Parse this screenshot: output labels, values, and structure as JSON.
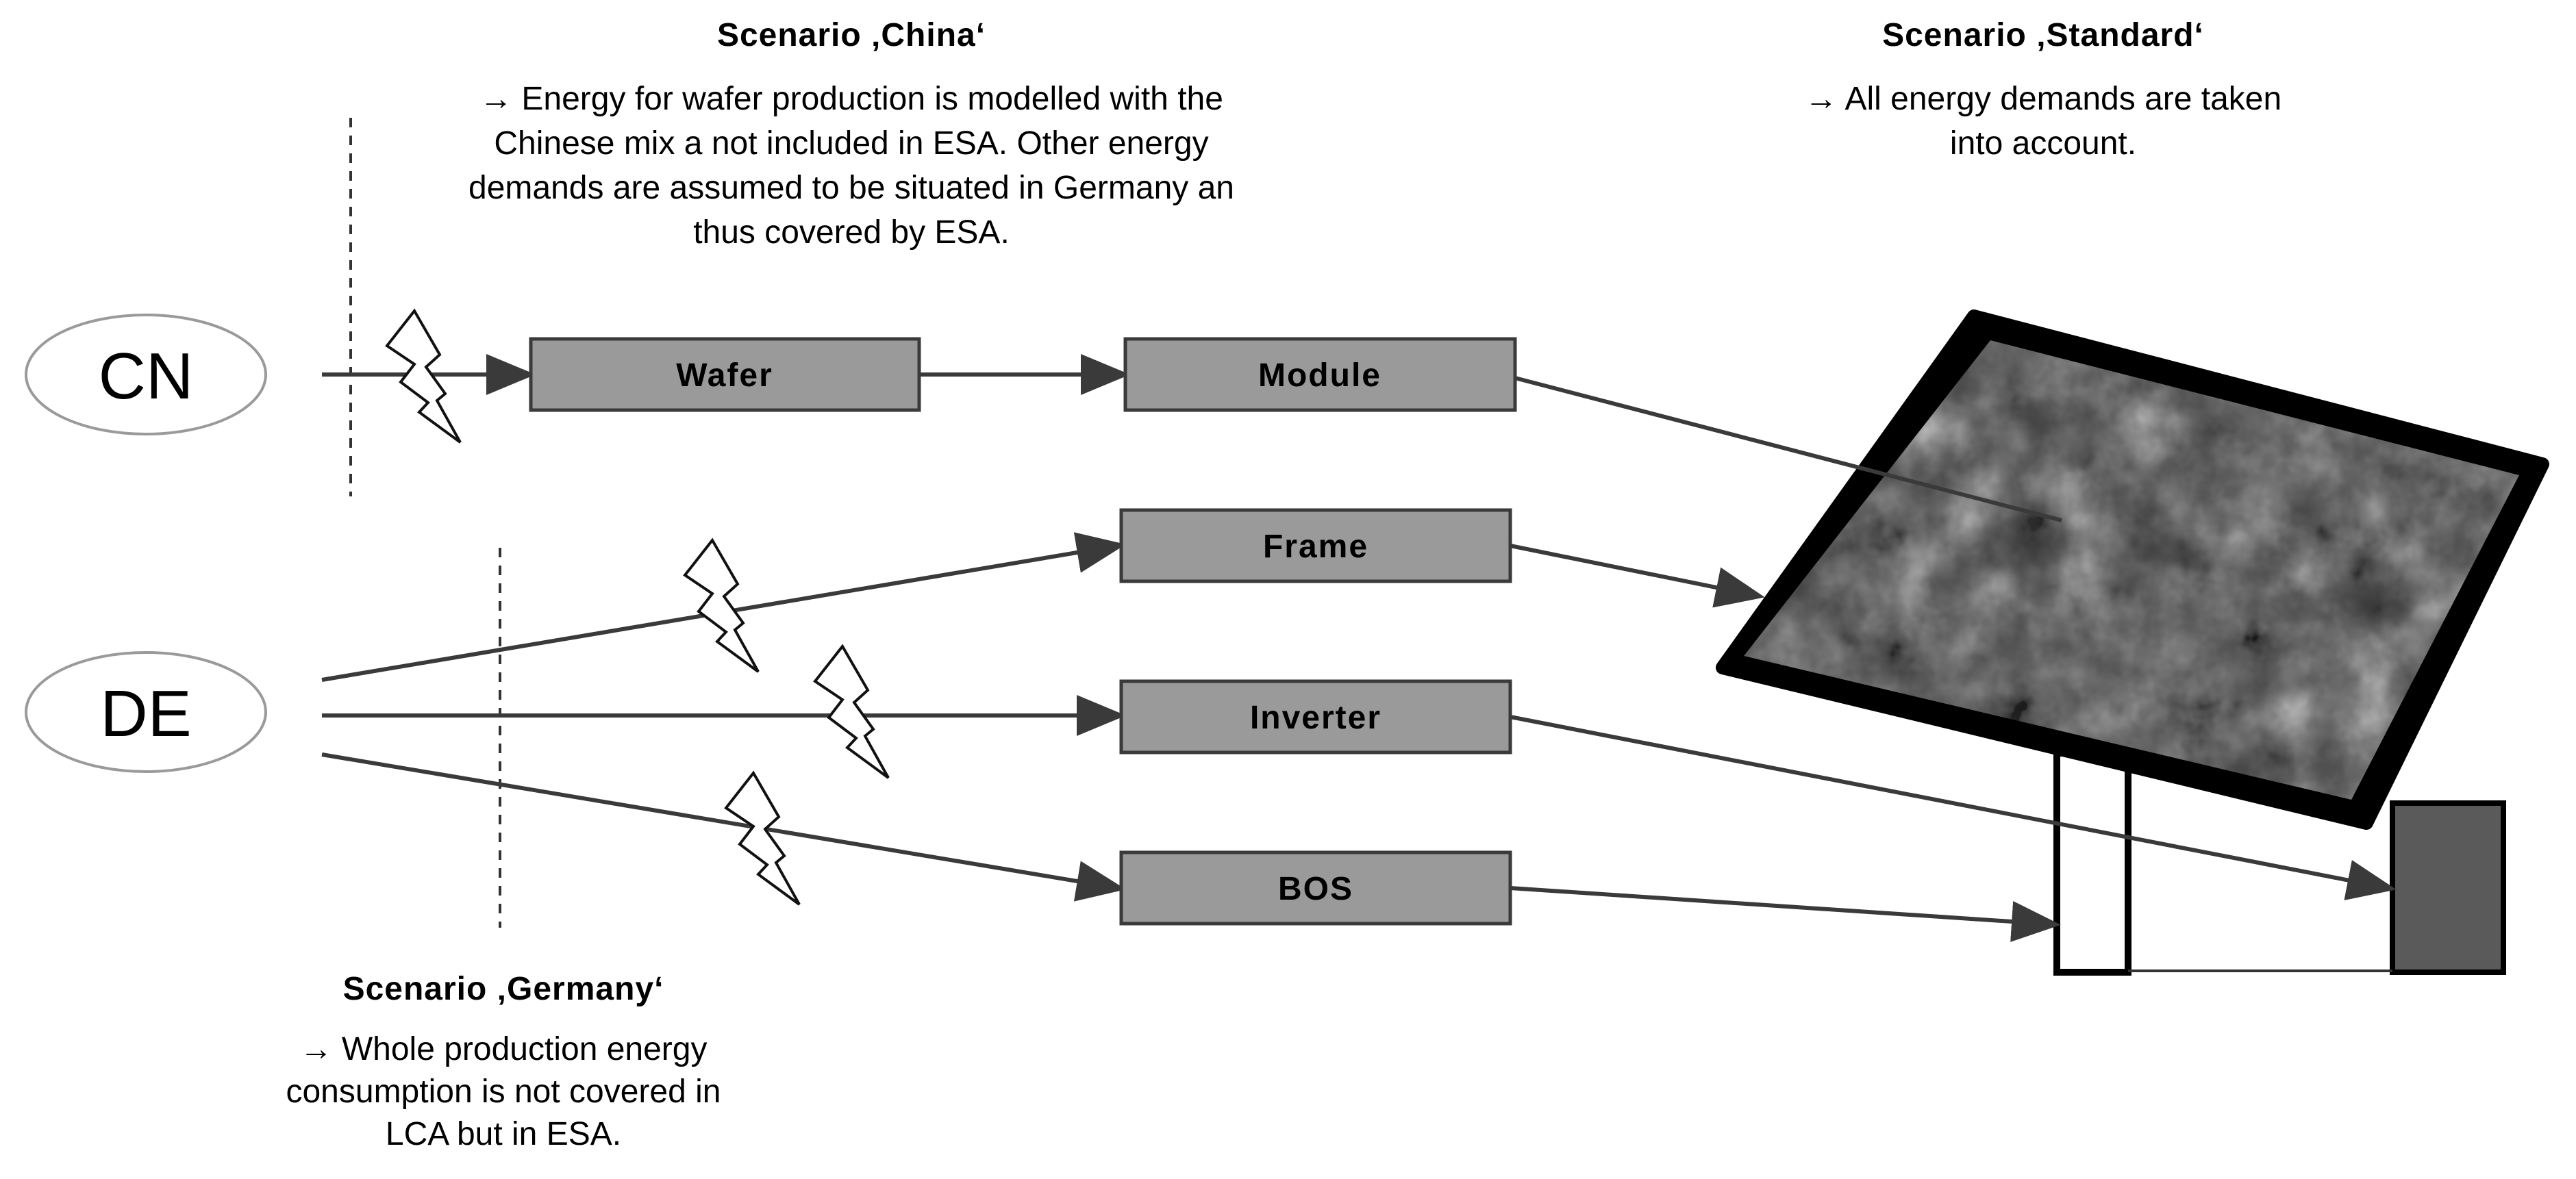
{
  "nodes": {
    "cn": "CN",
    "de": "DE"
  },
  "boxes": {
    "wafer": "Wafer",
    "module": "Module",
    "frame": "Frame",
    "inverter": "Inverter",
    "bos": "BOS"
  },
  "scenarios": {
    "china": {
      "title": "Scenario ‚China‘",
      "lines": [
        "→ Energy for wafer production is modelled with the",
        "Chinese mix a not included in ESA. Other energy",
        "demands are assumed to be situated in Germany an",
        "thus covered by ESA."
      ]
    },
    "standard": {
      "title": "Scenario ‚Standard‘",
      "lines": [
        "→ All energy demands are taken",
        "into account."
      ]
    },
    "germany": {
      "title": "Scenario ‚Germany‘",
      "lines": [
        "→ Whole production energy",
        "consumption is not covered in",
        "LCA but in ESA."
      ]
    }
  },
  "colors": {
    "box_fill": "#9a9a9a",
    "box_stroke": "#3a3a3a",
    "arrow": "#3a3a3a",
    "panel_frame": "#000000",
    "inverter_unit": "#5a5a5a",
    "ellipse_stroke": "#9a9a9a"
  },
  "icons": [
    "lightning-bolt-icon",
    "solar-panel-icon",
    "inverter-unit-icon"
  ]
}
